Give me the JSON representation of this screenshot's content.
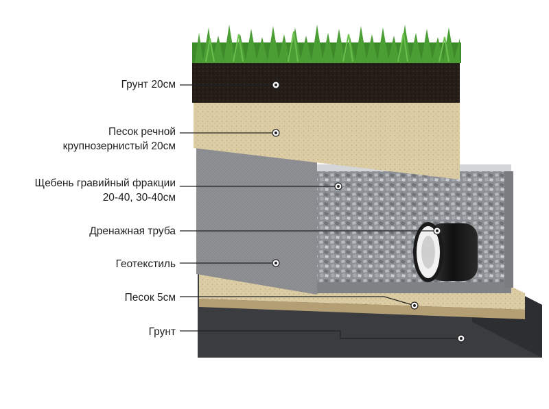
{
  "layers": [
    {
      "id": "topsoil",
      "label_lines": [
        "Грунт 20см"
      ]
    },
    {
      "id": "coarse-sand",
      "label_lines": [
        "Песок речной",
        "крупнозернистый 20см"
      ]
    },
    {
      "id": "gravel",
      "label_lines": [
        "Щебень гравийный фракции",
        "20-40, 30-40см"
      ]
    },
    {
      "id": "drain-pipe",
      "label_lines": [
        "Дренажная труба"
      ]
    },
    {
      "id": "geotextile",
      "label_lines": [
        "Геотекстиль"
      ]
    },
    {
      "id": "sand",
      "label_lines": [
        "Песок 5см"
      ]
    },
    {
      "id": "ground",
      "label_lines": [
        "Грунт"
      ]
    }
  ],
  "colors": {
    "grass": "#3f8f2c",
    "topsoil": "#231c16",
    "sand": "#d9c9a0",
    "geotextile": "#8f9194",
    "gravel": "#9a9ea3",
    "pipe": "#1b1b1b",
    "ground": "#3a3c3f",
    "pointer": "#222222"
  }
}
